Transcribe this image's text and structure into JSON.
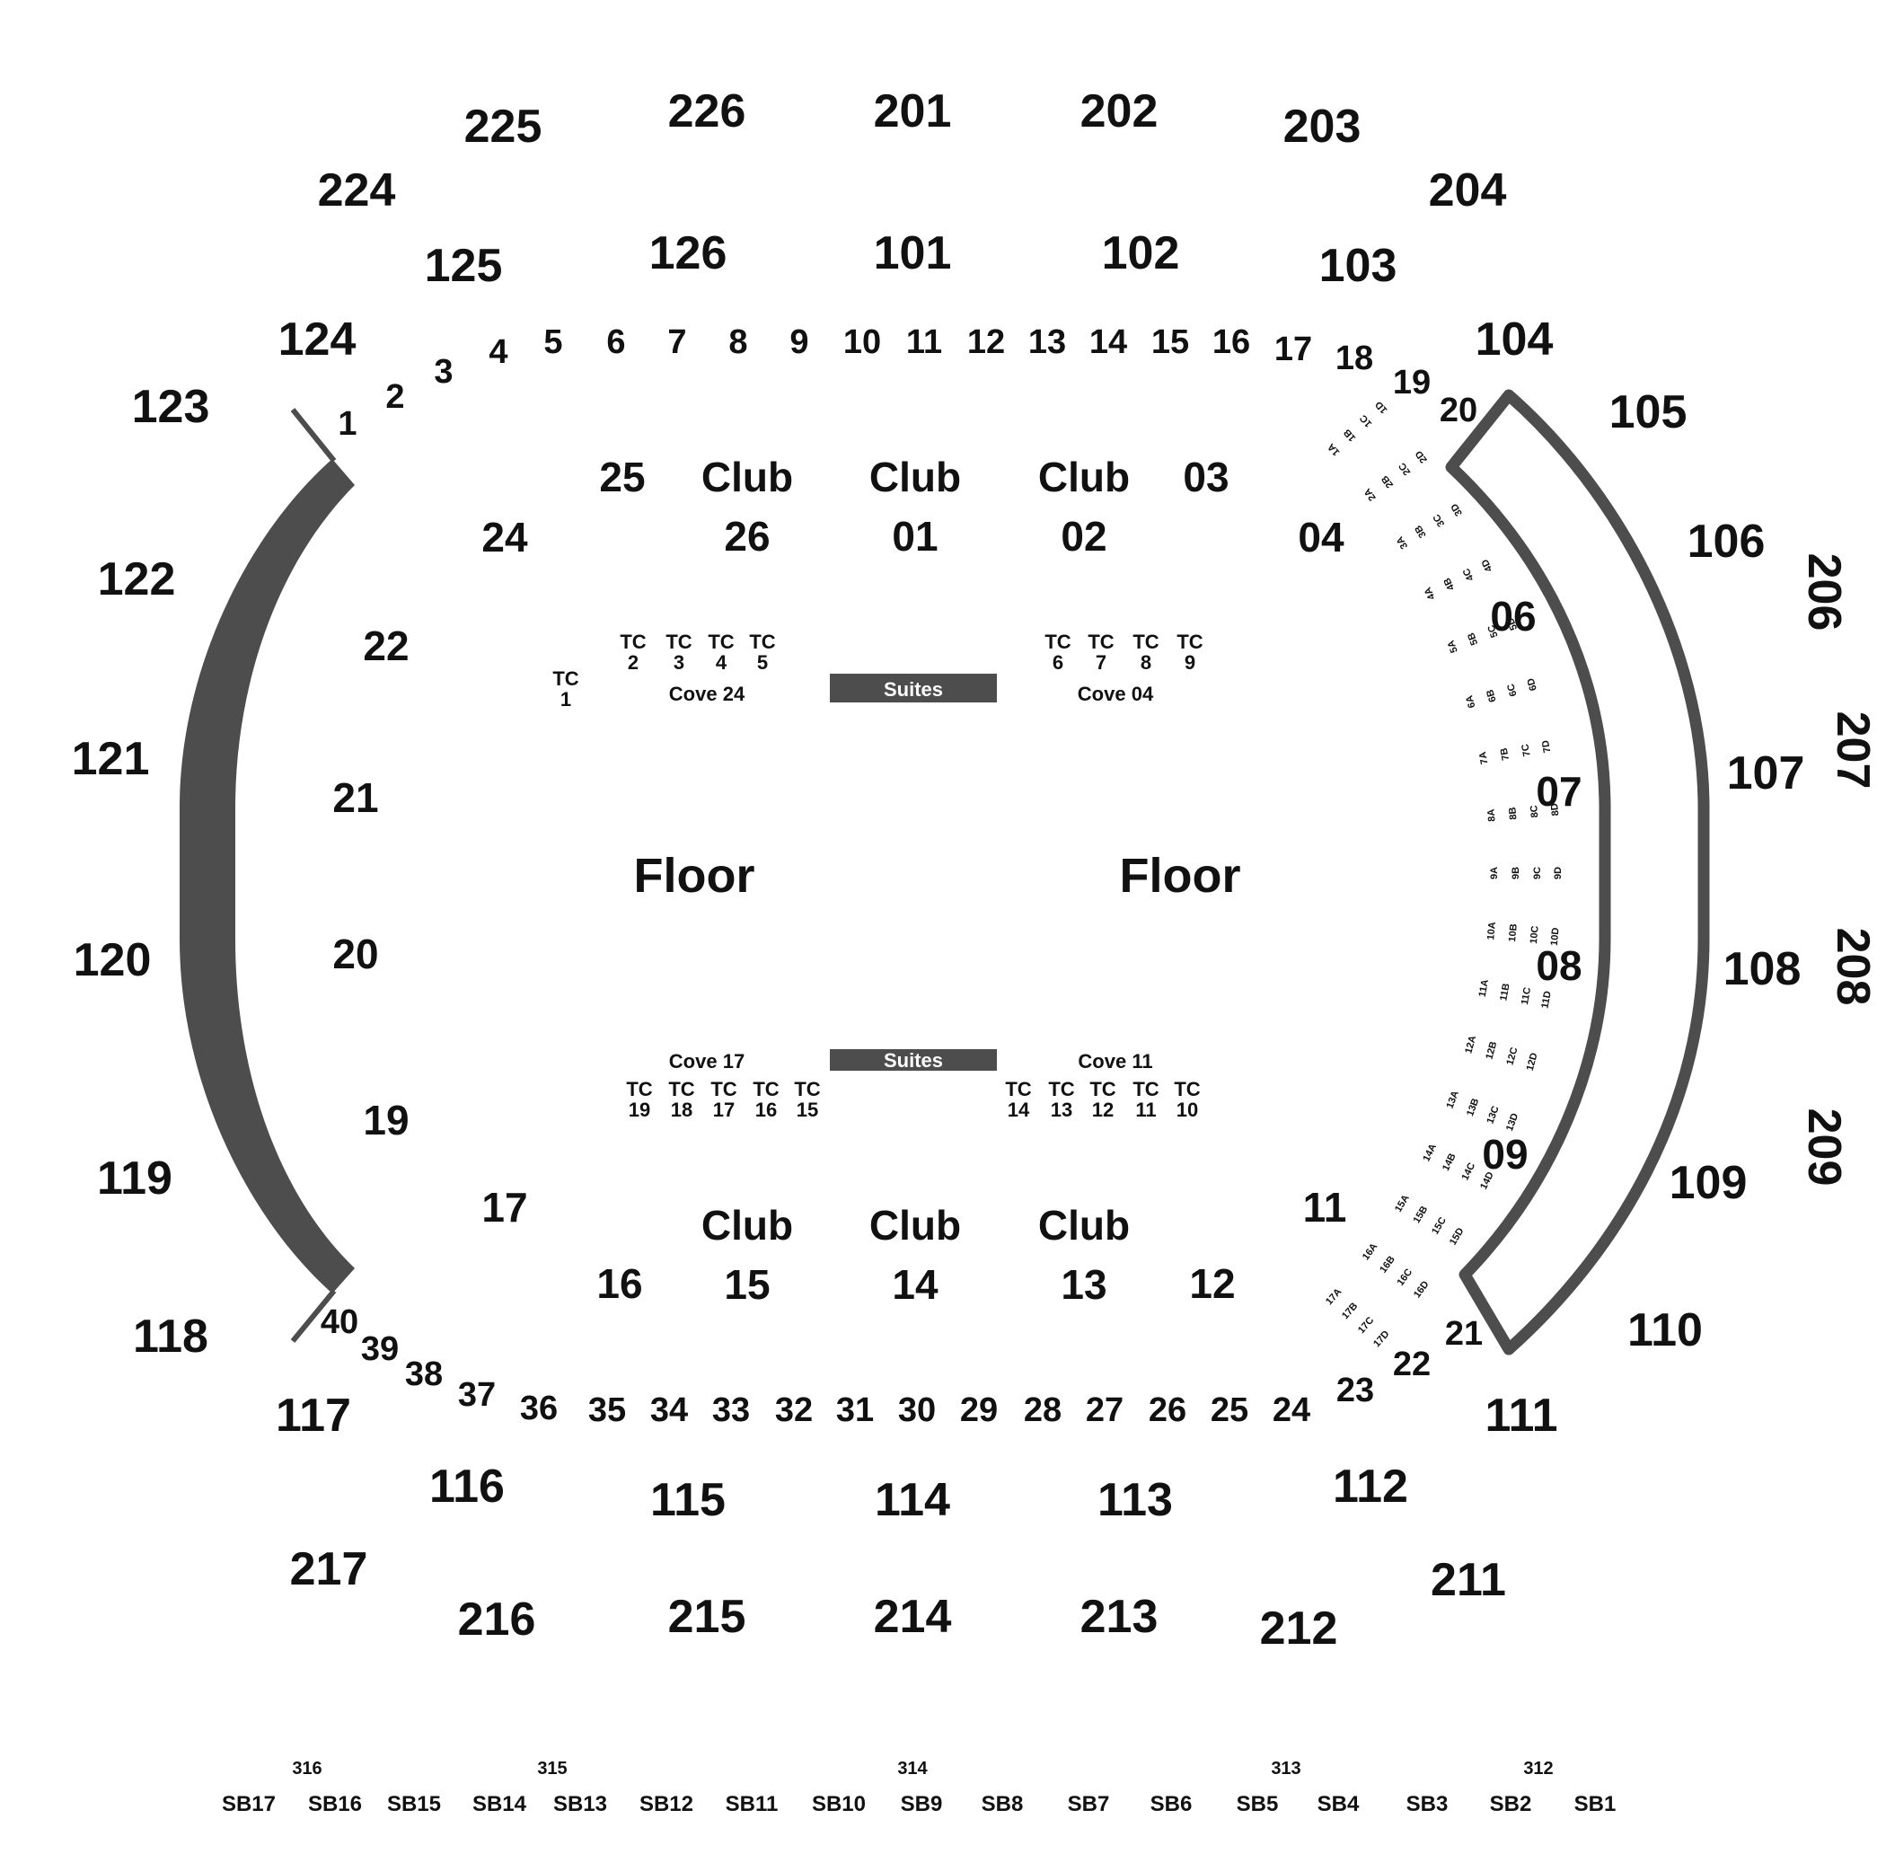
{
  "colors": {
    "background": "#ffffff",
    "shape": "#4d4d4d",
    "text": "#111111",
    "suite_text": "#ffffff"
  },
  "level_200": [
    "225",
    "226",
    "201",
    "202",
    "203",
    "224",
    "204",
    "206",
    "207",
    "208",
    "209",
    "217",
    "216",
    "215",
    "214",
    "213",
    "212",
    "211"
  ],
  "level_100": [
    "125",
    "126",
    "101",
    "102",
    "103",
    "124",
    "104",
    "123",
    "105",
    "106",
    "122",
    "121",
    "107",
    "120",
    "108",
    "119",
    "109",
    "118",
    "110",
    "117",
    "111",
    "116",
    "115",
    "114",
    "113",
    "112"
  ],
  "rail_top": [
    "1",
    "2",
    "3",
    "4",
    "5",
    "6",
    "7",
    "8",
    "9",
    "10",
    "11",
    "12",
    "13",
    "14",
    "15",
    "16",
    "17",
    "18",
    "19",
    "20"
  ],
  "rail_bottom": [
    "40",
    "39",
    "38",
    "37",
    "36",
    "35",
    "34",
    "33",
    "32",
    "31",
    "30",
    "29",
    "28",
    "27",
    "26",
    "25",
    "24",
    "23",
    "22",
    "21"
  ],
  "floor_sections": [
    "25",
    "03",
    "24",
    "04",
    "22",
    "06",
    "21",
    "07",
    "20",
    "08",
    "19",
    "09",
    "17",
    "11",
    "16",
    "12",
    "Club 26",
    "Club 01",
    "Club 02",
    "Club 15",
    "Club 14",
    "Club 13"
  ],
  "floor_labels": [
    "Floor",
    "Floor"
  ],
  "coves": [
    "Cove 24",
    "Cove 04",
    "Cove 17",
    "Cove 11"
  ],
  "suites": [
    "Suites",
    "Suites"
  ],
  "tc_top": [
    "TC 1",
    "TC 2",
    "TC 3",
    "TC 4",
    "TC 5",
    "TC 6",
    "TC 7",
    "TC 8",
    "TC 9"
  ],
  "tc_bottom": [
    "TC 19",
    "TC 18",
    "TC 17",
    "TC 16",
    "TC 15",
    "TC 14",
    "TC 13",
    "TC 12",
    "TC 11",
    "TC 10"
  ],
  "stage_rows": 17,
  "stage_seats": [
    "A",
    "B",
    "C",
    "D"
  ],
  "level_300": [
    "316",
    "315",
    "314",
    "313",
    "312"
  ],
  "suite_boxes": [
    "SB17",
    "SB16",
    "SB15",
    "SB14",
    "SB13",
    "SB12",
    "SB11",
    "SB10",
    "SB9",
    "SB8",
    "SB7",
    "SB6",
    "SB5",
    "SB4",
    "SB3",
    "SB2",
    "SB1"
  ]
}
